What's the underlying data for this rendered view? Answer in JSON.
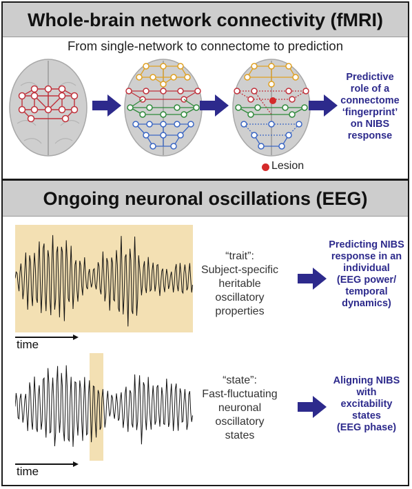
{
  "panel_top": {
    "title": "Whole-brain network connectivity  (fMRI)",
    "subtitle": "From single-network to connectome to prediction",
    "lesion_label": "Lesion",
    "outcome_lines": [
      "Predictive",
      "role of a",
      "connectome",
      "‘fingerprint’",
      "on NIBS",
      "response"
    ]
  },
  "panel_bottom": {
    "title": "Ongoing neuronal oscillations (EEG)",
    "trait": {
      "label": "“trait”:",
      "desc_lines": [
        "Subject-specific",
        "heritable",
        "oscillatory",
        "properties"
      ],
      "outcome_lines": [
        "Predicting NIBS",
        "response in an",
        "individual",
        "(EEG power/",
        "temporal",
        "dynamics)"
      ],
      "time_label": "time"
    },
    "state": {
      "label": "“state”:",
      "desc_lines": [
        "Fast-fluctuating",
        "neuronal",
        "oscillatory",
        "states"
      ],
      "outcome_lines": [
        "Aligning NIBS",
        "with",
        "excitability",
        "states",
        "(EEG phase)"
      ],
      "time_label": "time"
    }
  },
  "colors": {
    "arrow": "#2d2a8c",
    "network_red": "#c0303a",
    "network_orange": "#e0a020",
    "network_green": "#2e8a3a",
    "network_blue": "#3a66c4",
    "highlight": "#f3e0b3",
    "lesion": "#d42a2a"
  }
}
